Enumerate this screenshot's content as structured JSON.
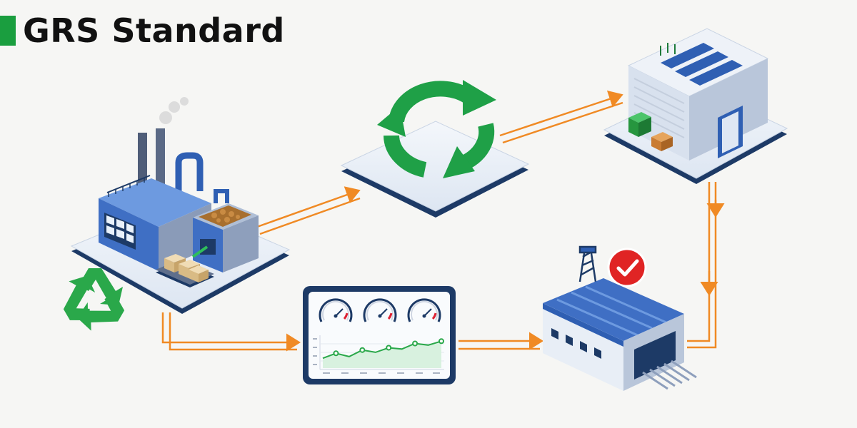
{
  "header": {
    "title": "GRS Standard"
  },
  "colors": {
    "accent_green": "#1a9e3f",
    "arrow_orange": "#f08a24",
    "platform_navy": "#1d3a66",
    "building_blue": "#3f6fc4"
  },
  "nodes": [
    {
      "name": "factory",
      "icon": "factory-icon"
    },
    {
      "name": "recycle-platform",
      "icon": "recycle-icon"
    },
    {
      "name": "warehouse",
      "icon": "warehouse-icon"
    },
    {
      "name": "monitor-dashboard",
      "icon": "dashboard-icon"
    },
    {
      "name": "certified-facility",
      "icon": "check-badge-icon"
    }
  ],
  "dashboard": {
    "gauges": 3,
    "line_values": [
      0.3,
      0.45,
      0.35,
      0.55,
      0.48,
      0.62,
      0.58,
      0.75,
      0.7,
      0.82
    ]
  }
}
